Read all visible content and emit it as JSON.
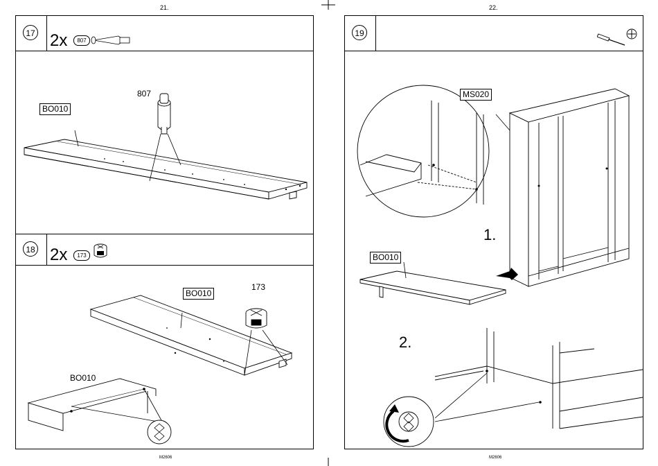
{
  "pages": {
    "left_number": "21.",
    "right_number": "22.",
    "left_footer": "M2606",
    "right_footer": "M2606"
  },
  "step17": {
    "number": "17",
    "quantity": "2x",
    "part_badge": "807",
    "part_callout": "807",
    "panel_label": "BO010"
  },
  "step18": {
    "number": "18",
    "quantity": "2x",
    "part_badge": "173",
    "part_callout": "173",
    "panel_label_top": "BO010",
    "panel_label_detail": "BO010"
  },
  "step19": {
    "number": "19",
    "cabinet_label": "MS020",
    "shelf_label": "BO010",
    "substep_1": "1.",
    "substep_2": "2.",
    "tools": [
      "screwdriver-icon",
      "phillips-head-icon"
    ]
  }
}
